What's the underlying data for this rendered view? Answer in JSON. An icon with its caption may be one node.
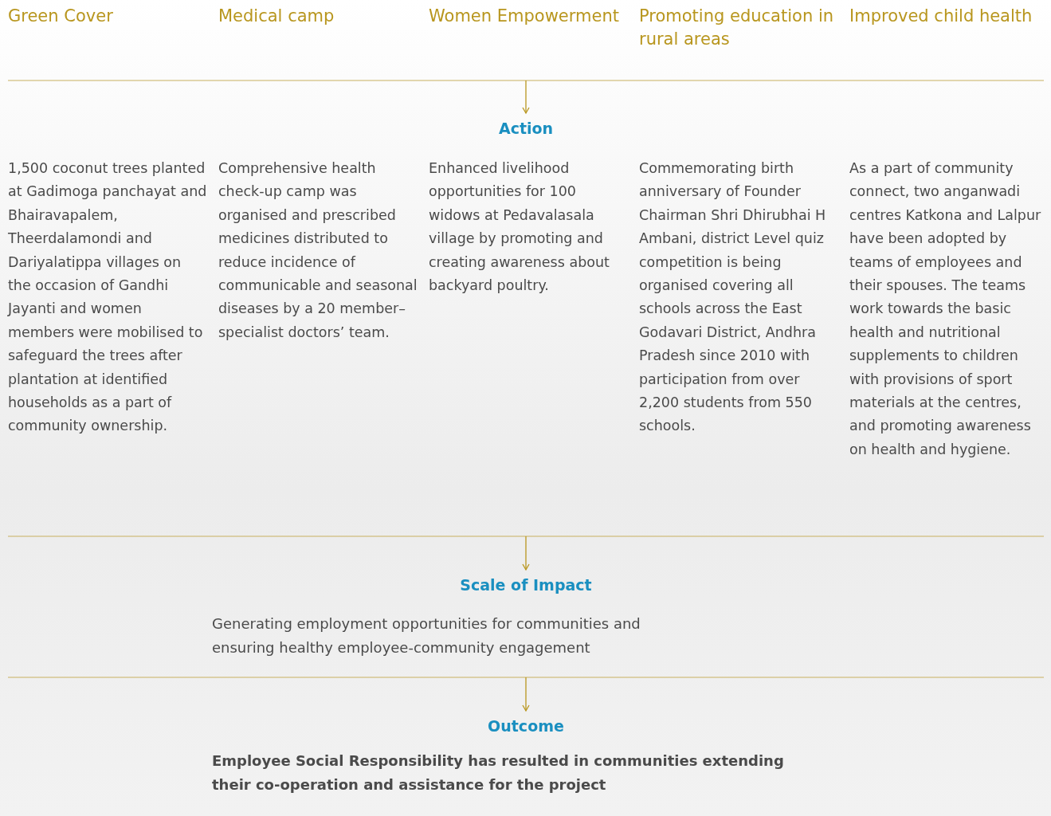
{
  "diagram": {
    "nodes": [
      {
        "text": [
          "Action"
        ]
      },
      {
        "text": [
          "Scale of Impact"
        ]
      },
      {
        "text": [
          "Outcome"
        ]
      }
    ],
    "edges": [
      {
        "from": null,
        "to": 0,
        "arrow": "to"
      },
      {
        "from": null,
        "to": 1,
        "arrow": "to"
      },
      {
        "from": null,
        "to": 2,
        "arrow": "to"
      }
    ],
    "labels": [
      "Green Cover",
      "Medical camp",
      "Women Empowerment",
      "Promoting education in rural areas",
      "Improved child health",
      "1,500 coconut trees planted at Gadimoga panchayat and Bhairavapalem, Theerdalamondi and Dariyalatippa villages on the occasion of Gandhi Jayanti and women members were mobilised to safeguard the trees after plantation at identified households as a part of community ownership.",
      "Comprehensive health check-up camp was organised and prescribed medicines distributed to reduce incidence of communicable and seasonal diseases by a 20 member–specialist doctors’ team.",
      "Enhanced livelihood opportunities for 100 widows at Pedavalasala village by promoting and creating awareness about backyard poultry.",
      "Commemorating birth anniversary of Founder Chairman Shri Dhirubhai H Ambani, district Level quiz competition is being organised covering all schools across the East Godavari District, Andhra Pradesh since 2010 with participation from over 2,200 students from 550 schools.",
      "As a part of community connect, two anganwadi centres Katkona and Lalpur have been adopted by teams of employees and their spouses. The teams work towards the basic health and nutritional supplements to children with provisions of sport materials at the centres, and promoting awareness on health and hygiene.",
      "Generating employment opportunities for communities and ensuring healthy employee-community engagement",
      "Employee Social Responsibility has resulted in communities extending their co-operation and assistance for the project"
    ]
  }
}
